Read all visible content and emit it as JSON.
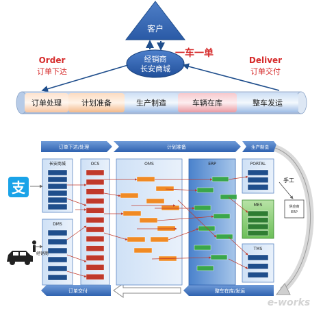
{
  "top": {
    "customer": "客户",
    "dealer_line1": "经销商",
    "dealer_line2": "长安商城",
    "slogan": "一车一单",
    "order_en": "Order",
    "order_cn": "订单下达",
    "deliver_en": "Deliver",
    "deliver_cn": "订单交付",
    "process_stages": [
      "订单处理",
      "计划准备",
      "生产制造",
      "车辆在库",
      "整车发运"
    ]
  },
  "detail": {
    "top_bands": [
      "订单下达/处理",
      "计划准备",
      "生产制造"
    ],
    "bottom_bands": [
      "订单交付",
      "整车在库/发运"
    ],
    "panels": {
      "mall": "长安商城",
      "dms": "DMS",
      "ocs": "OCS",
      "oms": "OMS",
      "erp": "ERP",
      "portal": "PORTAL",
      "mes": "MES",
      "tms": "TMS"
    },
    "manual": "手工",
    "supplier_line1": "供应商",
    "supplier_line2": "ERP",
    "dealer_label": "经销商",
    "watermark": "e-works"
  },
  "colors": {
    "dark_blue": "#1f4e8c",
    "accent_red": "#d62b2b",
    "green": "#3aa64a",
    "orange": "#f08a24"
  }
}
